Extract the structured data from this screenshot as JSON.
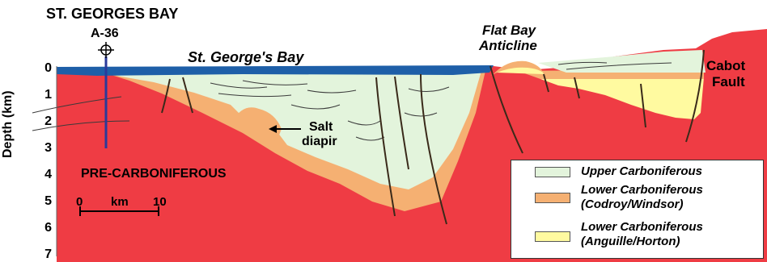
{
  "title": "ST. GEORGES BAY",
  "well_label": "A-36",
  "sea_label": "St. George's Bay",
  "anticline_label": [
    "Flat Bay",
    "Anticline"
  ],
  "fault_label": [
    "Cabot",
    "Fault"
  ],
  "salt_label": [
    "Salt",
    "diapir"
  ],
  "basement_label": "PRE-CARBONIFEROUS",
  "y_axis_label": "Depth (km)",
  "depth_ticks": [
    "0",
    "1",
    "2",
    "3",
    "4",
    "5",
    "6",
    "7"
  ],
  "scale_bar": {
    "start": "0",
    "unit": "km",
    "end": "10"
  },
  "legend": [
    {
      "label": [
        "Upper Carboniferous"
      ],
      "color": "#e3f4dc"
    },
    {
      "label": [
        "Lower Carboniferous",
        "(Codroy/Windsor)"
      ],
      "color": "#f5b072"
    },
    {
      "label": [
        "Lower Carboniferous",
        "(Anguille/Horton)"
      ],
      "color": "#fffaa0"
    }
  ],
  "colors": {
    "basement": "#ef3c44",
    "sea": "#1e5fa8",
    "upper": "#e3f4dc",
    "codroy": "#f5b072",
    "anguille": "#fffaa0",
    "fault": "#3a2a1a",
    "well": "#2a3a9a"
  }
}
